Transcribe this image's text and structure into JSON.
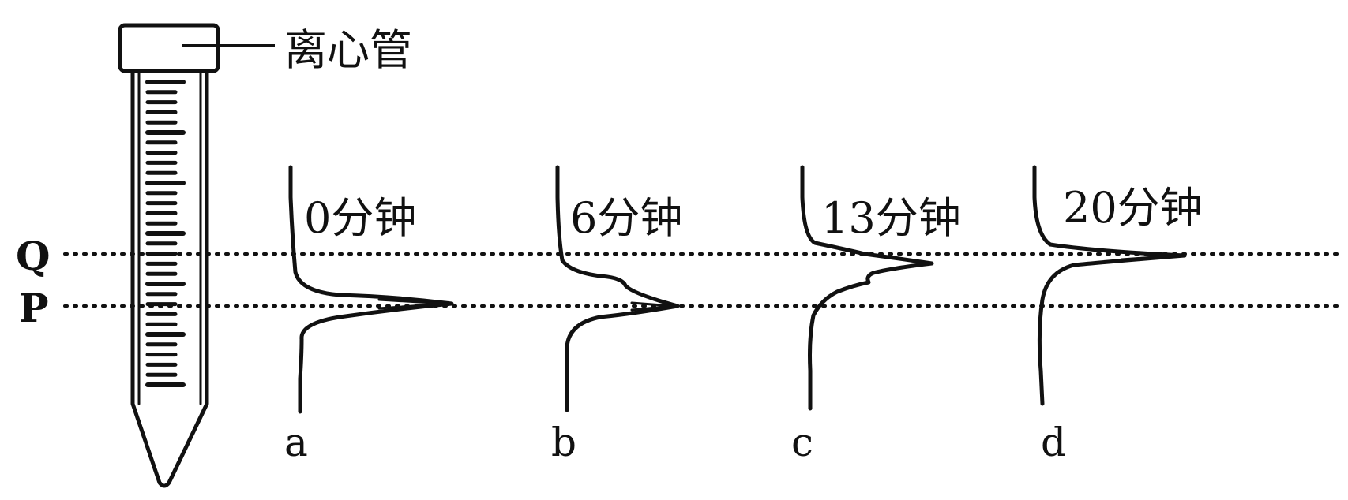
{
  "tube": {
    "label": "离心管"
  },
  "levels": {
    "q_label": "Q",
    "p_label": "P"
  },
  "curves": [
    {
      "letter": "a",
      "time": "0分钟"
    },
    {
      "letter": "b",
      "time": "6分钟"
    },
    {
      "letter": "c",
      "time": "13分钟"
    },
    {
      "letter": "d",
      "time": "20分钟"
    }
  ],
  "colors": {
    "ink": "#111111",
    "background": "#ffffff"
  }
}
